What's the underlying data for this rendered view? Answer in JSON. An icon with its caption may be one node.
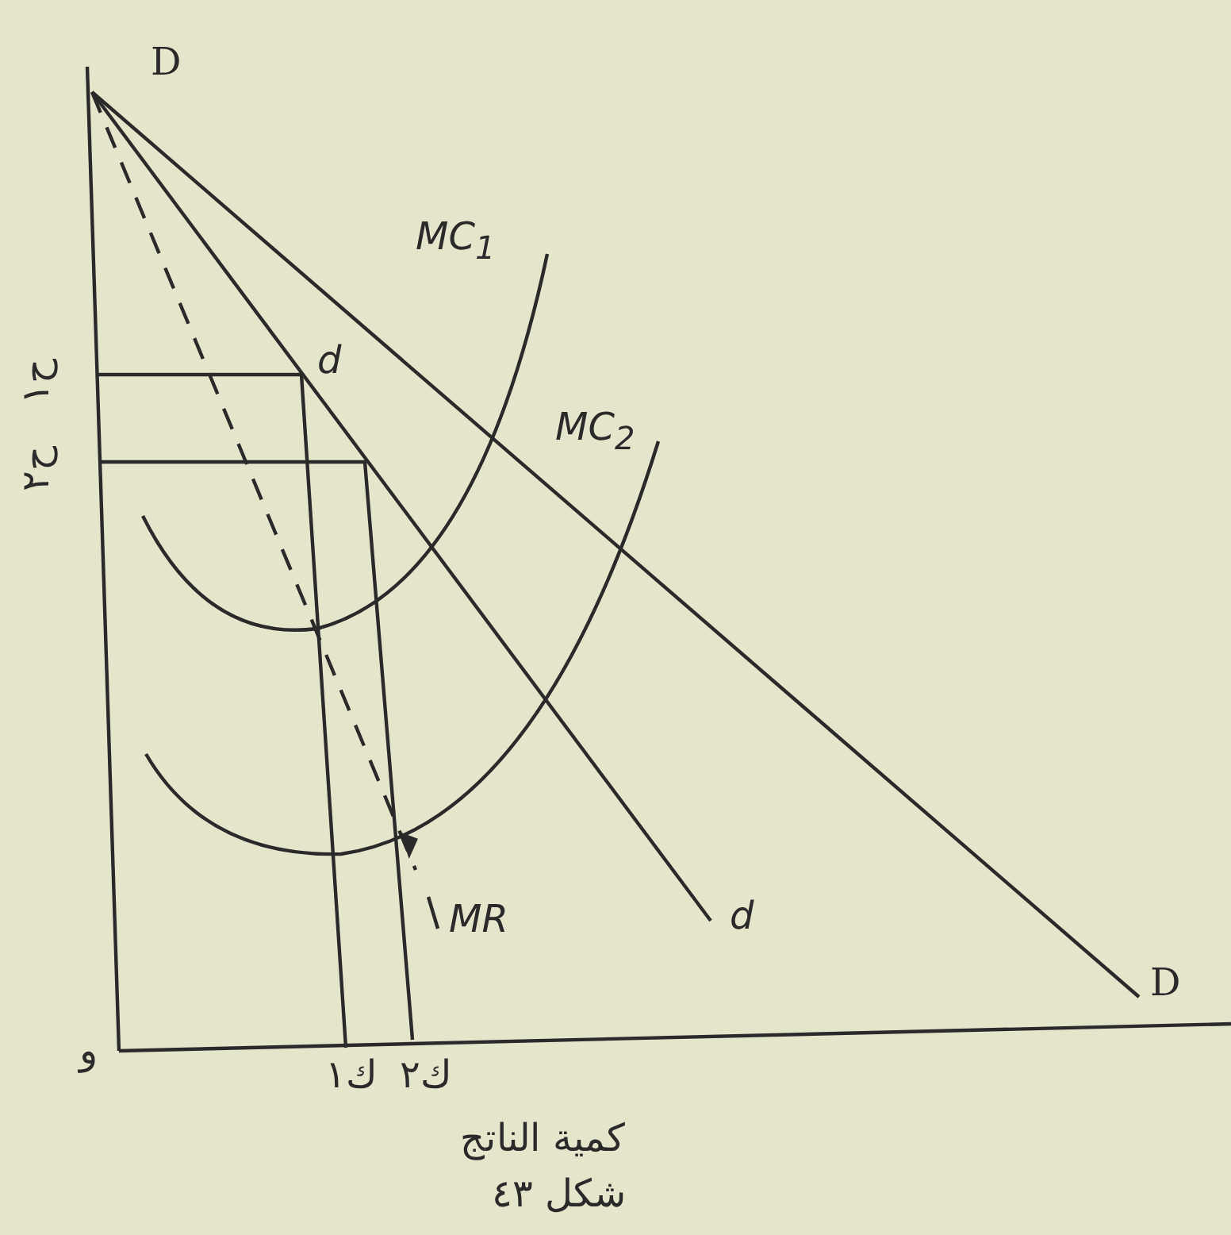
{
  "diagram": {
    "caption": "شكل ٤٣",
    "labels": [
      "D",
      "MC$_{1}$",
      "ح١",
      "d",
      "MC$_{2}$",
      "ح٢",
      "MR",
      "d",
      "D",
      "و",
      "ك١",
      "ك٢",
      "كمية الناتج"
    ]
  }
}
